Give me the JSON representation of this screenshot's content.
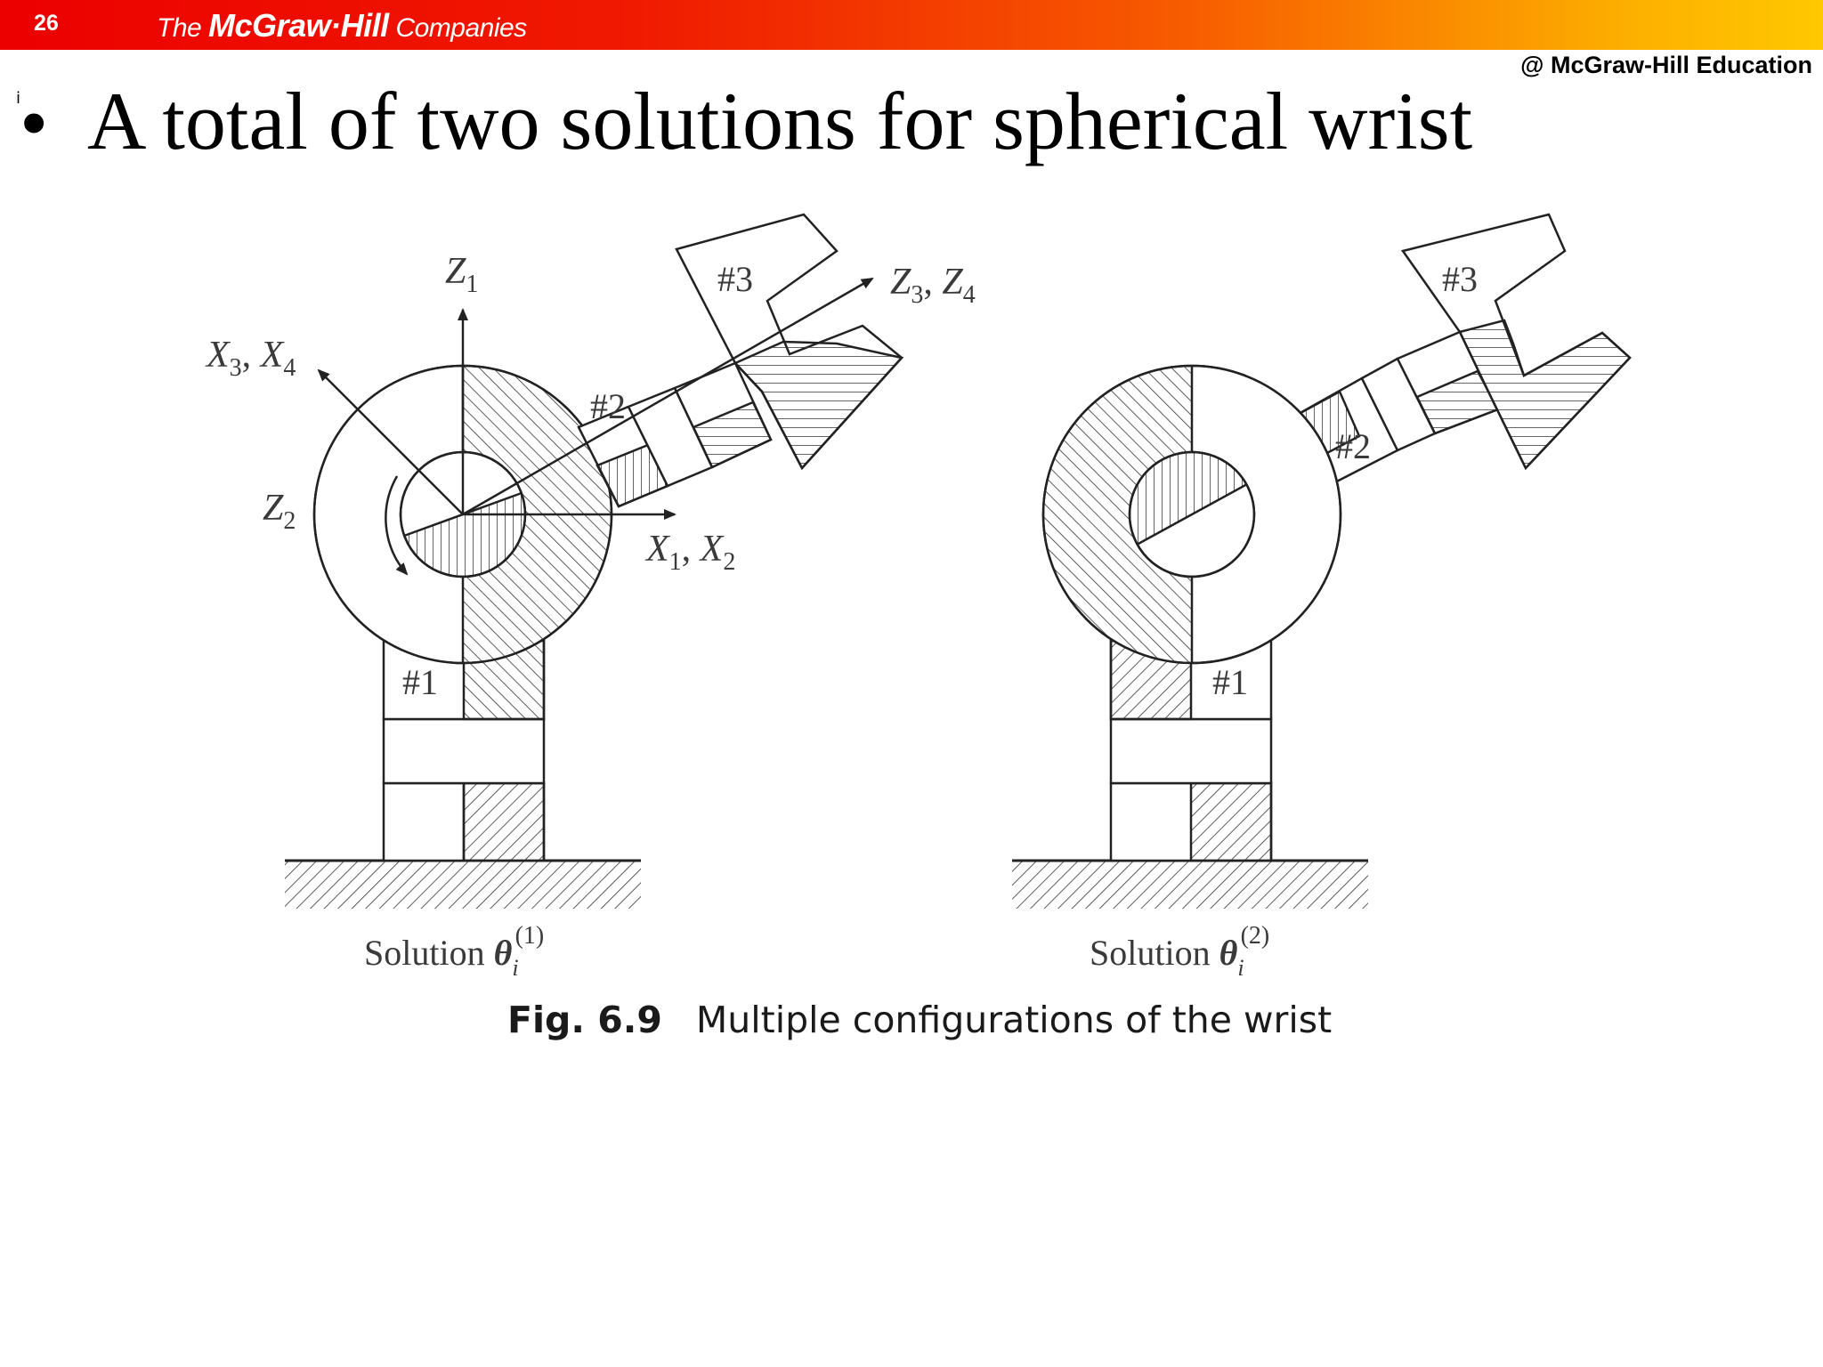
{
  "header": {
    "slide_number": "26",
    "brand_prefix": "The",
    "brand_name": "McGraw·Hill",
    "brand_suffix": "Companies",
    "copyright": "@ McGraw-Hill Education"
  },
  "slide": {
    "bullet": "•",
    "title": "A total of two solutions for spherical wrist",
    "stray_mark": "ⅰ"
  },
  "figure": {
    "solution1": {
      "caption_word": "Solution",
      "theta": "θ",
      "sub": "i",
      "sup": "(1)",
      "link1": "#1",
      "link2": "#2",
      "link3": "#3",
      "axis_z1": "Z",
      "axis_z1_sub": "1",
      "axis_x": "X",
      "axis_x_sub1": "1",
      "axis_x2": "X",
      "axis_x_sub2": "2",
      "axis_x34": "X",
      "axis_x34_sub1": "3",
      "axis_x4": "X",
      "axis_x34_sub2": "4",
      "axis_z2": "Z",
      "axis_z2_sub": "2",
      "axis_z34": "Z",
      "axis_z34_sub1": "3",
      "axis_z4": "Z",
      "axis_z34_sub2": "4",
      "comma": ","
    },
    "solution2": {
      "caption_word": "Solution",
      "theta": "θ",
      "sub": "i",
      "sup": "(2)",
      "link1": "#1",
      "link2": "#2",
      "link3": "#3"
    },
    "caption_number": "Fig. 6.9",
    "caption_text": "Multiple configurations of the wrist"
  }
}
